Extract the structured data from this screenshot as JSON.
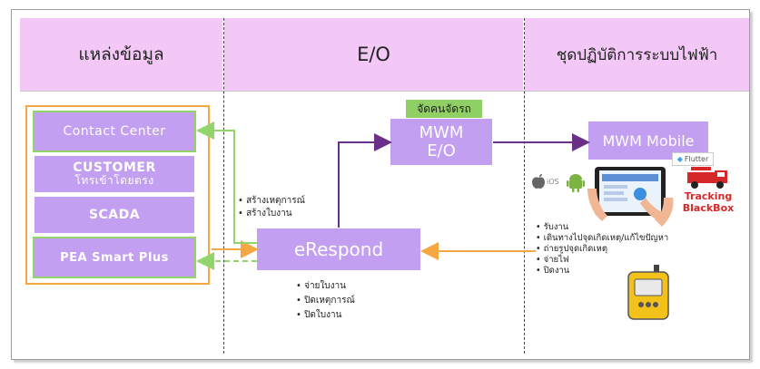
{
  "headers": {
    "sources": "แหล่งข้อมูล",
    "eo": "E/O",
    "ops": "ชุดปฏิบัติการระบบไฟฟ้า"
  },
  "sources": {
    "contact_center": "Contact Center",
    "customer_line1": "CUSTOMER",
    "customer_line2": "โทรเข้าโดยตรง",
    "scada": "SCADA",
    "pea_smart_plus": "PEA Smart Plus"
  },
  "eo": {
    "erespond": "eRespond",
    "mwm_line1": "MWM",
    "mwm_line2": "E/O",
    "dispatch_tag": "จัดคนจัดรถ",
    "create_notes": [
      "สร้างเหตุการณ์",
      "สร้างใบงาน"
    ],
    "close_notes": [
      "จ่ายใบงาน",
      "ปิดเหตุการณ์",
      "ปิดใบงาน"
    ]
  },
  "ops": {
    "mwm_mobile": "MWM Mobile",
    "flutter_label": "Flutter",
    "ios_label": "iOS",
    "tracking_line1": "Tracking",
    "tracking_line2": "BlackBox",
    "tasks": [
      "รับงาน",
      "เดินทางไปจุดเกิดเหตุ/แก้ไขปัญหา",
      "ถ่ายรูปจุดเกิดเหตุ",
      "จ่ายไฟ",
      "ปิดงาน"
    ]
  },
  "colors": {
    "header_bg": "#f3c8f6",
    "box_purple": "#c29ff0",
    "arrow_purple": "#6a2f86",
    "arrow_orange": "#f5a742",
    "arrow_green": "#93d46a"
  }
}
